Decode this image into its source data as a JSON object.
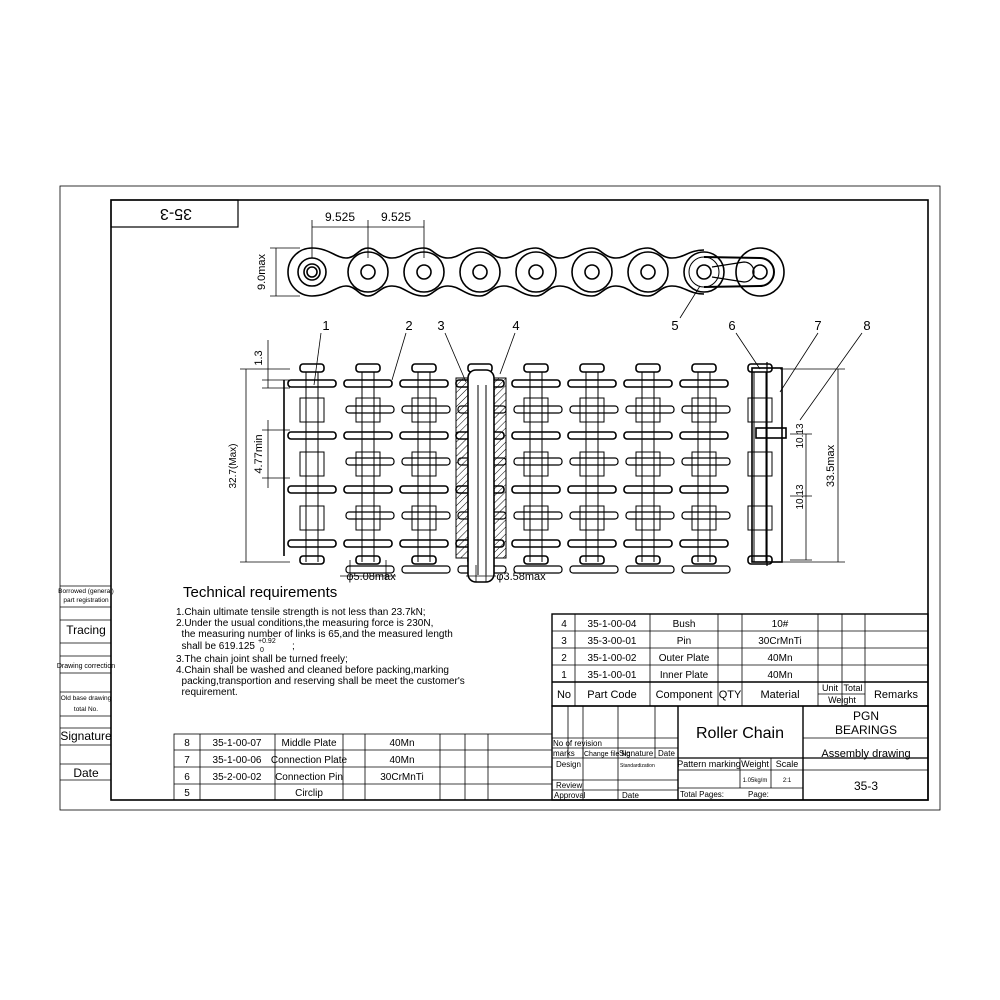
{
  "drawing_code_rotated": "35-3",
  "dims": {
    "pitch_1": "9.525",
    "pitch_2": "9.525",
    "height": "9.0max",
    "plate_thickness": "1.3",
    "inner_width": "4.77min",
    "overall_width": "32.7(Max)",
    "total_width": "33.5max",
    "transverse_pitch_1": "10.13",
    "transverse_pitch_2": "10.13",
    "roller_diameter": "φ5.08max",
    "pin_diameter": "φ3.58max"
  },
  "callouts": [
    "1",
    "2",
    "3",
    "4",
    "5",
    "6",
    "7",
    "8"
  ],
  "tech": {
    "title": "Technical requirements",
    "lines": [
      "1.Chain ultimate tensile strength is not less than 23.7kN;",
      "2.Under the usual conditions,the measuring force is 230N,",
      "  the measuring number of links is 65,and the measured length",
      "  shall be 619.125",
      "3.The chain joint shall be turned freely;",
      "4.Chain shall be washed and cleaned before packing,marking",
      "  packing,transportion and reserving shall be meet the customer's",
      "  requirement."
    ],
    "tol_upper": "+0.92",
    "tol_lower": "0",
    "tail": ";"
  },
  "left_strip": {
    "borrowed": "Borrowed (general)",
    "part_reg": "part registration",
    "tracing": "Tracing",
    "drawing_correction": "Drawing correction",
    "old_base": "Old base drawing",
    "total_no": "total No.",
    "signature": "Signature",
    "date": "Date"
  },
  "bom_upper": {
    "rows": [
      {
        "no": "4",
        "code": "35-1-00-04",
        "component": "Bush",
        "material": "10#"
      },
      {
        "no": "3",
        "code": "35-3-00-01",
        "component": "Pin",
        "material": "30CrMnTi"
      },
      {
        "no": "2",
        "code": "35-1-00-02",
        "component": "Outer Plate",
        "material": "40Mn"
      },
      {
        "no": "1",
        "code": "35-1-00-01",
        "component": "Inner Plate",
        "material": "40Mn"
      }
    ],
    "header": {
      "no": "No",
      "code": "Part Code",
      "component": "Component",
      "qty": "QTY",
      "material": "Material",
      "unit": "Unit",
      "total": "Total",
      "weight": "Weight",
      "remarks": "Remarks"
    }
  },
  "bom_lower": {
    "rows": [
      {
        "no": "8",
        "code": "35-1-00-07",
        "component": "Middle Plate",
        "material": "40Mn"
      },
      {
        "no": "7",
        "code": "35-1-00-06",
        "component": "Connection Plate",
        "material": "40Mn"
      },
      {
        "no": "6",
        "code": "35-2-00-02",
        "component": "Connection Pin",
        "material": "30CrMnTi"
      },
      {
        "no": "5",
        "code": "",
        "component": "Circlip",
        "material": ""
      }
    ]
  },
  "title_block": {
    "no_of_revision": "No of revision",
    "marks": "marks",
    "change_file": "Change file No",
    "signature": "Signature",
    "date": "Date",
    "design": "Design",
    "standardization": "Standardization",
    "review": "Review",
    "approval": "Approval",
    "date2": "Date",
    "product_name": "Roller Chain",
    "company_line1": "PGN",
    "company_line2": "BEARINGS",
    "drawing_type": "Assembly drawing",
    "pattern_marking": "Pattern marking",
    "weight": "Weight",
    "scale": "Scale",
    "weight_value": "1.05kg/m",
    "scale_value": "2:1",
    "total_pages": "Total Pages:",
    "page": "Page:",
    "drawing_no": "35-3"
  }
}
